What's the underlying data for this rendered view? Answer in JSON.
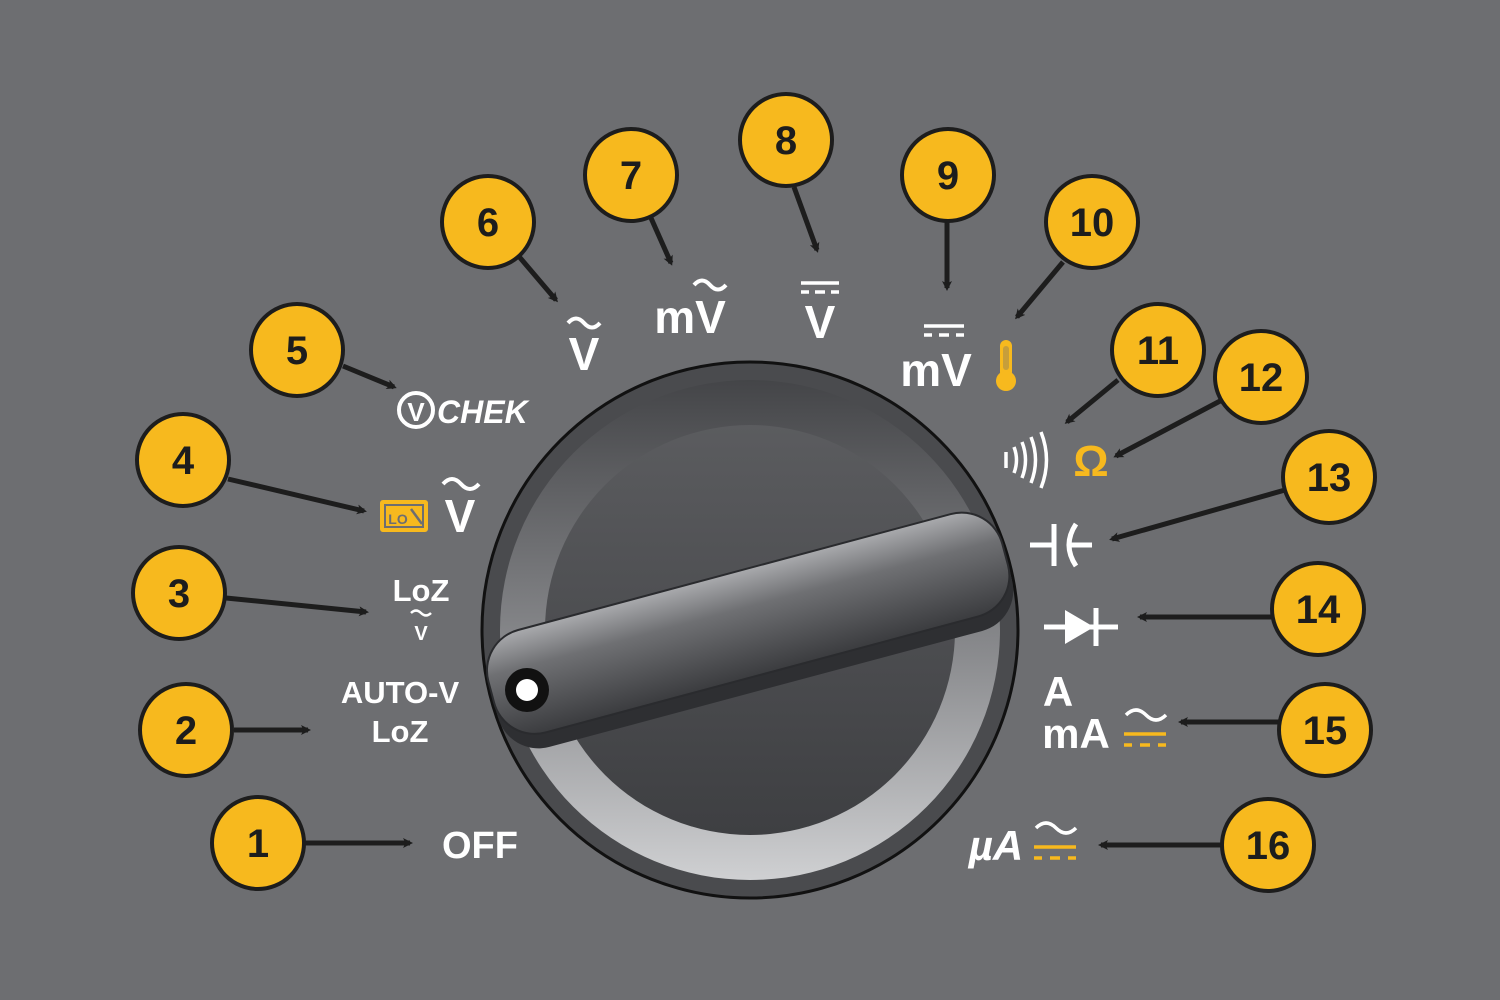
{
  "colors": {
    "background": "#6d6e71",
    "callout": "#f7b91e",
    "outline": "#1d1d1d",
    "label": "#ffffff",
    "accent": "#f7b91e"
  },
  "callouts": [
    "1",
    "2",
    "3",
    "4",
    "5",
    "6",
    "7",
    "8",
    "9",
    "10",
    "11",
    "12",
    "13",
    "14",
    "15",
    "16"
  ],
  "labels": {
    "off": "OFF",
    "autov_line1": "AUTO-V",
    "autov_line2": "LoZ",
    "loz": "LoZ",
    "loz_v": "V",
    "lopass_badge": "LO",
    "lopass_v": "V",
    "vchek": "CHEK",
    "vchek_v": "V",
    "vac": "V",
    "mvac": "mV",
    "vdc": "V",
    "mvdc": "mV",
    "ohm": "Ω",
    "amps_line1": "A",
    "amps_line2": "mA",
    "microamps": "µA"
  },
  "icons": {
    "thermometer": "thermometer-icon",
    "continuity": "continuity-icon",
    "capacitor": "capacitor-icon",
    "diode": "diode-icon",
    "knob": "rotary-knob",
    "pointer": "pointer-dot"
  }
}
